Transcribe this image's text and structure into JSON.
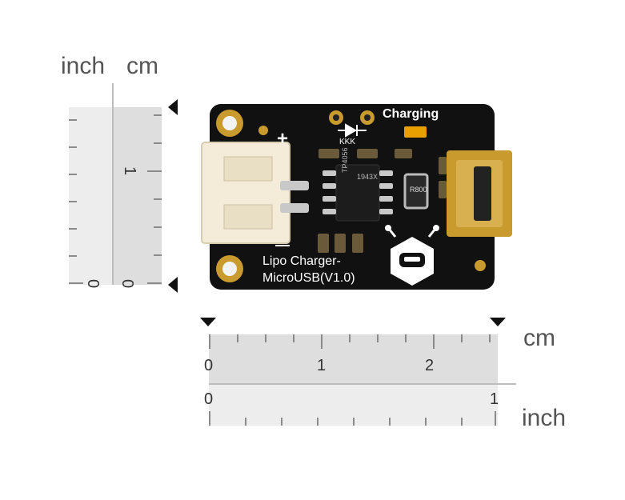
{
  "vertical_ruler": {
    "inch_label": "inch",
    "cm_label": "cm",
    "inch_zero": "0",
    "cm_zero": "0",
    "cm_one": "1"
  },
  "horizontal_ruler": {
    "cm_label": "cm",
    "inch_label": "inch",
    "cm_ticks": [
      "0",
      "1",
      "2"
    ],
    "inch_ticks": [
      "0",
      "1"
    ]
  },
  "board": {
    "silkscreen_title": "Lipo Charger-",
    "silkscreen_subtitle": "MicroUSB(V1.0)",
    "charging_label": "Charging",
    "plus_sign": "+",
    "minus_sign": "—",
    "chip_text_1": "TP4056",
    "chip_text_2": "1943X",
    "resistor_text": "R800",
    "diode_label": "KKK"
  },
  "colors": {
    "pcb": "#111111",
    "gold": "#c99a2e",
    "connector": "#f4ecd8",
    "ruler_fill": "#e6e6e6",
    "ruler_fill_dark": "#d4d4d4",
    "led": "#e8a000"
  }
}
